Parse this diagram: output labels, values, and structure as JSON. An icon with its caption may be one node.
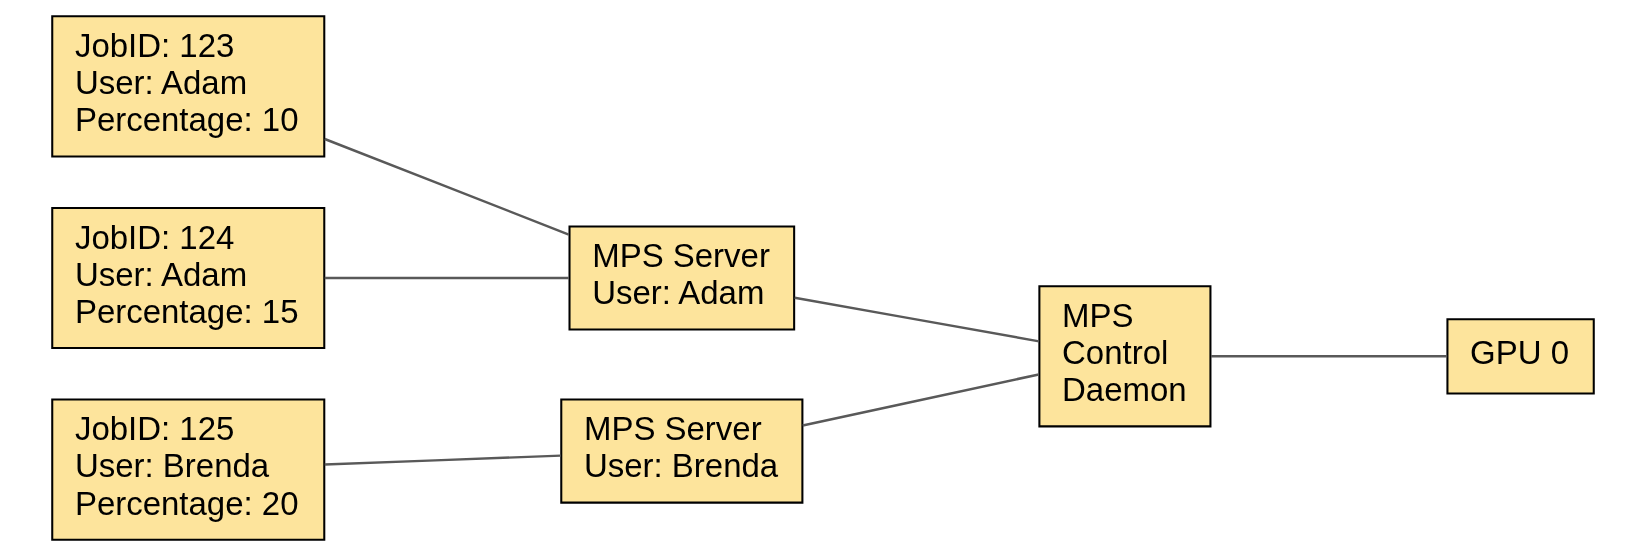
{
  "diagram": {
    "nodes": [
      {
        "text": [
          "JobID: 123 User: Adam Percentage: 10"
        ]
      },
      {
        "text": [
          "JobID: 124 User: Adam Percentage: 15"
        ]
      },
      {
        "text": [
          "JobID: 125 User: Brenda Percentage: 20"
        ]
      },
      {
        "text": [
          "MPS Server User: Adam"
        ]
      },
      {
        "text": [
          "MPS Server User: Brenda"
        ]
      },
      {
        "text": [
          "MPS Control Daemon"
        ]
      },
      {
        "text": [
          "GPU 0"
        ]
      }
    ],
    "edges": [
      {
        "from": 0,
        "to": 3,
        "arrow": "none"
      },
      {
        "from": 1,
        "to": 3,
        "arrow": "none"
      },
      {
        "from": 2,
        "to": 4,
        "arrow": "none"
      },
      {
        "from": 3,
        "to": 5,
        "arrow": "none"
      },
      {
        "from": 4,
        "to": 5,
        "arrow": "none"
      },
      {
        "from": 5,
        "to": 6,
        "arrow": "none"
      }
    ]
  }
}
